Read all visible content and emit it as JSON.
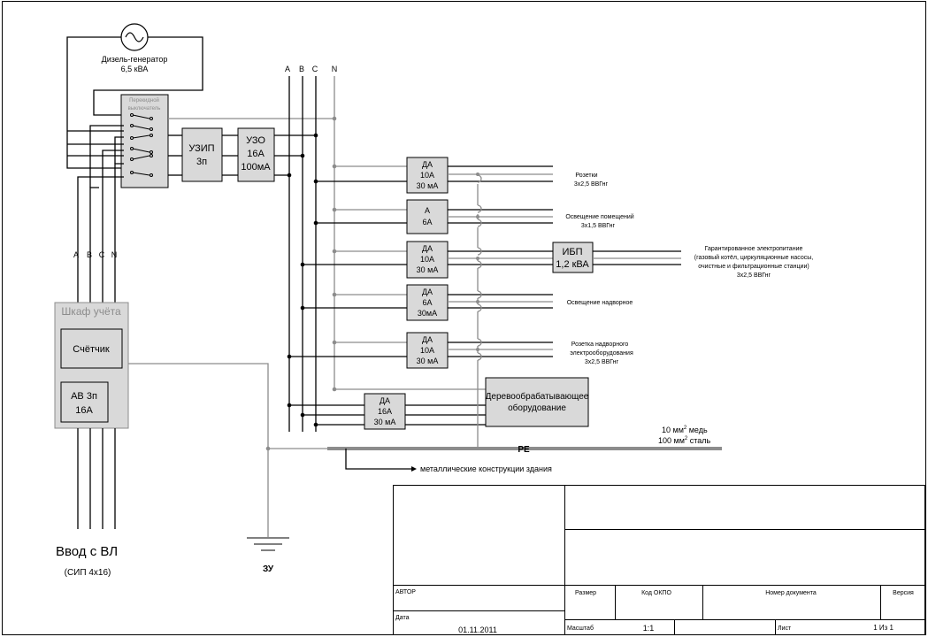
{
  "generator": {
    "line1": "Дизель-генератор",
    "line2": "6,5 кВА"
  },
  "switch": {
    "line1": "Перекидной",
    "line2": "выключатель"
  },
  "buses": {
    "a": "A",
    "b": "B",
    "c": "C",
    "n": "N"
  },
  "uzip": {
    "line1": "УЗИП",
    "line2": "3п"
  },
  "uzo": {
    "line1": "УЗО",
    "line2": "16А",
    "line3": "100мА"
  },
  "meter_cabinet": {
    "title": "Шкаф учёта",
    "meter": "Счётчик",
    "breaker_line1": "АВ 3п",
    "breaker_line2": "16А"
  },
  "input": {
    "title": "Ввод с ВЛ",
    "cable": "(СИП 4х16)"
  },
  "ground": {
    "label": "ЗУ"
  },
  "breakers": [
    {
      "l1": "ДА",
      "l2": "10А",
      "l3": "30 мА"
    },
    {
      "l1": "А",
      "l2": "6А"
    },
    {
      "l1": "ДА",
      "l2": "10А",
      "l3": "30 мА"
    },
    {
      "l1": "ДА",
      "l2": "6А",
      "l3": "30мА"
    },
    {
      "l1": "ДА",
      "l2": "10А",
      "l3": "30 мА"
    },
    {
      "l1": "ДА",
      "l2": "16А",
      "l3": "30 мА"
    }
  ],
  "loads": {
    "sockets": {
      "l1": "Розетки",
      "l2": "3х2,5 ВВГнг"
    },
    "indoor_light": {
      "l1": "Освещение помещений",
      "l2": "3х1,5 ВВГнг"
    },
    "ups_box": {
      "l1": "ИБП",
      "l2": "1,2 кВА"
    },
    "guaranteed": {
      "l1": "Гарантированное электропитание",
      "l2": "(газовый котёл, циркуляционные насосы,",
      "l3": "очистные и фильтрационные станции)",
      "l4": "3х2,5 ВВГнг"
    },
    "outdoor_light": {
      "l1": "Освещение надворное"
    },
    "outdoor_socket": {
      "l1": "Розетка надворного",
      "l2": "электрооборудования",
      "l3": "3х2,5 ВВГнг"
    },
    "woodwork": {
      "l1": "Деревообрабатывающее",
      "l2": "оборудование"
    }
  },
  "pe": {
    "label": "PE",
    "spec1": "10 мм",
    "spec1_sup": "2",
    "spec1_tail": " медь",
    "spec2": "100 мм",
    "spec2_sup": "2",
    "spec2_tail": " сталь",
    "metal_note": "металлические конструкции здания"
  },
  "title_block": {
    "author": "АВТОР",
    "date_label": "Дата",
    "date": "01.11.2011",
    "size": "Размер",
    "okpo": "Код ОКПО",
    "doc_number": "Номер документа",
    "version": "Версия",
    "scale_label": "Масштаб",
    "scale": "1:1",
    "sheet_label": "Лист",
    "sheet": "1 Из 1"
  }
}
